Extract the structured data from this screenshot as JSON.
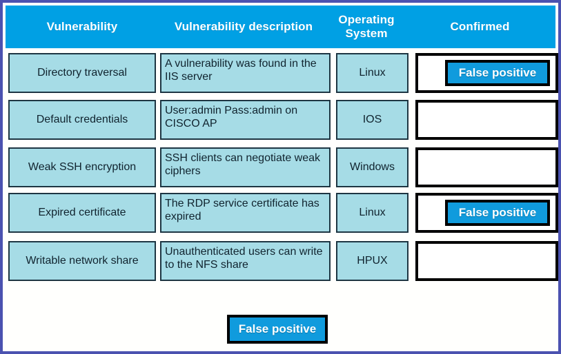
{
  "colors": {
    "page_border": "#4b52b0",
    "header_band": "#00a0e4",
    "cell_fill": "#a6dce6",
    "cell_border": "#1d3542",
    "token_fill": "#109bdd",
    "token_border": "#000000",
    "dropzone_fill": "#ffffff",
    "dropzone_border": "#000000",
    "header_text": "#ffffff",
    "cell_text": "#10232e"
  },
  "table": {
    "headers": {
      "vulnerability": "Vulnerability",
      "description": "Vulnerability description",
      "operating_system": "Operating System",
      "confirmed": "Confirmed"
    },
    "rows": [
      {
        "vulnerability": "Directory traversal",
        "description": "A vulnerability was found in the IIS server",
        "operating_system": "Linux",
        "confirmed_token": "False positive"
      },
      {
        "vulnerability": "Default credentials",
        "description": "User:admin Pass:admin on CISCO AP",
        "operating_system": "IOS",
        "confirmed_token": ""
      },
      {
        "vulnerability": "Weak SSH encryption",
        "description": "SSH clients can negotiate weak ciphers",
        "operating_system": "Windows",
        "confirmed_token": ""
      },
      {
        "vulnerability": "Expired certificate",
        "description": "The RDP service certificate has expired",
        "operating_system": "Linux",
        "confirmed_token": "False positive"
      },
      {
        "vulnerability": "Writable network share",
        "description": "Unauthenticated users can write to the NFS share",
        "operating_system": "HPUX",
        "confirmed_token": ""
      }
    ]
  },
  "token_pool": {
    "label": "False positive"
  }
}
